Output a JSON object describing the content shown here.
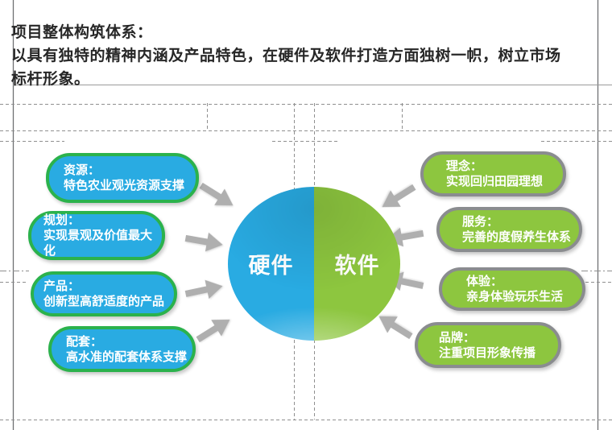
{
  "title": {
    "heading": "项目整体构筑体系：",
    "body": "以具有独特的精神内涵及产品特色，在硬件及软件打造方面独树一帜，树立市场标杆形象。"
  },
  "diagram": {
    "center": {
      "left_label": "硬件",
      "right_label": "软件"
    },
    "left_items": [
      {
        "label": "资源：",
        "desc": "特色农业观光资源支撑"
      },
      {
        "label": "规划：",
        "desc": "实现景观及价值最大化"
      },
      {
        "label": "产品：",
        "desc": "创新型高舒适度的产品"
      },
      {
        "label": "配套：",
        "desc": "高水准的配套体系支撑"
      }
    ],
    "right_items": [
      {
        "label": "理念：",
        "desc": "实现回归田园理想"
      },
      {
        "label": "服务：",
        "desc": "完善的度假养生体系"
      },
      {
        "label": "体验：",
        "desc": "亲身体验玩乐生活"
      },
      {
        "label": "品牌：",
        "desc": "注重项目形象传播"
      }
    ],
    "colors": {
      "hardware_blue": "#29ABE2",
      "software_green": "#8DC63F",
      "left_box_border_green": "#2BB24C",
      "right_box_border_gray": "#8A8C8F",
      "arrow_gray": "#AFAFAF",
      "title_text": "#272727",
      "box_text": "#FFFFFF",
      "guide_line_gray": "#8F8F8F",
      "background": "#FFFFFF"
    }
  }
}
